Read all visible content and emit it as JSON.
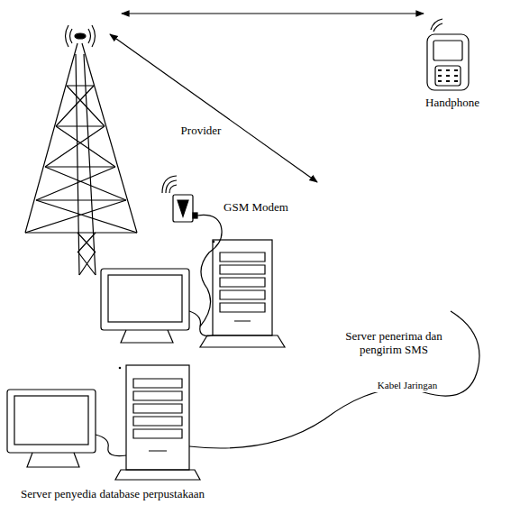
{
  "diagram": {
    "labels": [
      "Provider",
      "Handphone",
      "GSM Modem",
      "Server penerima dan pengirim SMS",
      "Kabel Jaringan",
      "Server penyedia database perpustakaan"
    ]
  }
}
